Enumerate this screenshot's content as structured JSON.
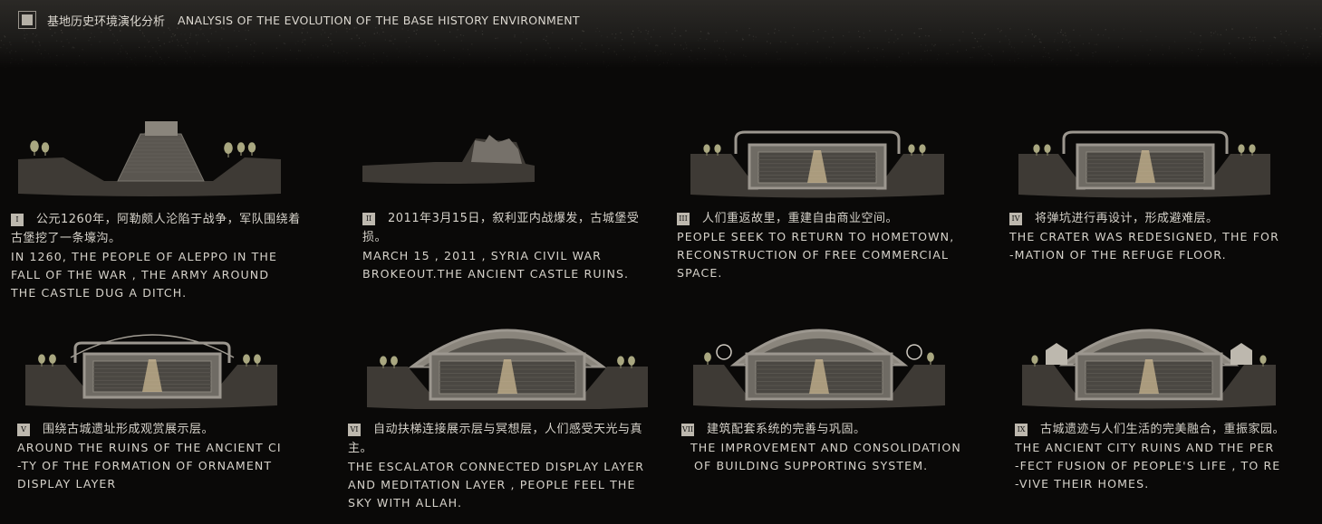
{
  "header": {
    "title_cn": "基地历史环境演化分析",
    "title_en": "ANALYSIS OF THE EVOLUTION OF THE BASE HISTORY ENVIRONMENT"
  },
  "colors": {
    "background": "#0a0908",
    "ground": "#3e3a35",
    "structure": "#9c978f",
    "tree": "#a9a780",
    "light_beam": "#cbb792"
  },
  "stages": [
    {
      "numeral": "I",
      "cn": "公元1260年，阿勒颇人沦陷于战争，军队围绕着古堡挖了一条壕沟。",
      "en": [
        "IN 1260, THE PEOPLE OF ALEPPO IN THE",
        "FALL OF THE WAR ,  THE ARMY AROUND",
        "THE CASTLE DUG A DITCH."
      ]
    },
    {
      "numeral": "II",
      "cn": "2011年3月15日，叙利亚内战爆发，古城堡受损。",
      "en": [
        "MARCH 15 ,  2011 ,     SYRIA CIVIL  WAR",
        "BROKEOUT.THE ANCIENT CASTLE RUINS."
      ]
    },
    {
      "numeral": "III",
      "cn": "人们重返故里，重建自由商业空间。",
      "en": [
        "PEOPLE SEEK TO RETURN TO HOMETOWN,",
        "RECONSTRUCTION OF FREE COMMERCIAL",
        "SPACE."
      ]
    },
    {
      "numeral": "IV",
      "cn": "将弹坑进行再设计，形成避难层。",
      "en": [
        "THE CRATER WAS REDESIGNED, THE FOR",
        "-MATION OF THE REFUGE FLOOR."
      ]
    },
    {
      "numeral": "V",
      "cn": "围绕古城遗址形成观赏展示层。",
      "en": [
        "AROUND THE RUINS OF THE ANCIENT CI",
        "-TY OF THE FORMATION  OF  ORNAMENT",
        "DISPLAY LAYER"
      ]
    },
    {
      "numeral": "VI",
      "cn": "自动扶梯连接展示层与冥想层，人们感受天光与真主。",
      "en": [
        "THE ESCALATOR CONNECTED DISPLAY LAYER",
        "AND MEDITATION  LAYER , PEOPLE  FEEL THE",
        "SKY WITH ALLAH."
      ]
    },
    {
      "numeral": "VII",
      "cn": "建筑配套系统的完善与巩固。",
      "en": [
        "THE IMPROVEMENT AND CONSOLIDATION",
        "OF BUILDING SUPPORTING SYSTEM."
      ]
    },
    {
      "numeral": "IX",
      "cn": "古城遗迹与人们生活的完美融合，重振家园。",
      "en": [
        "THE ANCIENT CITY RUINS AND THE PER",
        "-FECT FUSION OF PEOPLE'S LIFE , TO RE",
        "-VIVE THEIR HOMES."
      ]
    }
  ]
}
